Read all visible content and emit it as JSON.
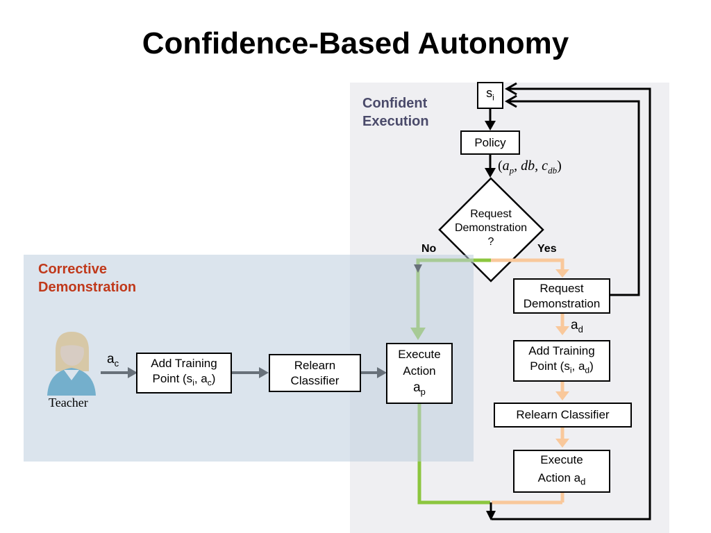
{
  "title": "Confidence-Based Autonomy",
  "panels": {
    "confident_execution": "Confident\nExecution",
    "corrective_demonstration": "Corrective\nDemonstration"
  },
  "nodes": {
    "state": {
      "main": "s",
      "sub": "i"
    },
    "policy": "Policy",
    "policy_output": {
      "open": "(",
      "ap": "a",
      "ap_sub": "p",
      "db": ", db, ",
      "c": "c",
      "c_sub": "db",
      "close": ")"
    },
    "decision": {
      "line1": "Request",
      "line2": "Demonstration",
      "line3": "?"
    },
    "no_label": "No",
    "yes_label": "Yes",
    "request_demo": {
      "line1": "Request",
      "line2": "Demonstration"
    },
    "ad_label": {
      "main": "a",
      "sub": "d"
    },
    "add_training_right": {
      "line1": "Add Training",
      "line2_a": "Point (s",
      "line2_b": "i",
      "line2_c": ", a",
      "line2_d": "d",
      "line2_e": ")"
    },
    "relearn_right": "Relearn Classifier",
    "execute_right": {
      "line1": "Execute",
      "line2_a": "Action a",
      "line2_b": "d"
    },
    "execute_left": {
      "line1": "Execute",
      "line2": "Action",
      "line3_a": "a",
      "line3_b": "p"
    },
    "relearn_left": {
      "line1": "Relearn",
      "line2": "Classifier"
    },
    "add_training_left": {
      "line1": "Add Training",
      "line2_a": "Point (s",
      "line2_b": "i",
      "line2_c": ", a",
      "line2_d": "c",
      "line2_e": ")"
    },
    "ac_label": {
      "main": "a",
      "sub": "c"
    },
    "teacher": "Teacher"
  },
  "colors": {
    "no_path": "#8cc63f",
    "yes_path": "#f9c89b",
    "corrective_title": "#c0391b",
    "confident_title": "#4a4a6a",
    "teacher_shirt": "#1b8bb5",
    "teacher_hair": "#f5c065"
  }
}
